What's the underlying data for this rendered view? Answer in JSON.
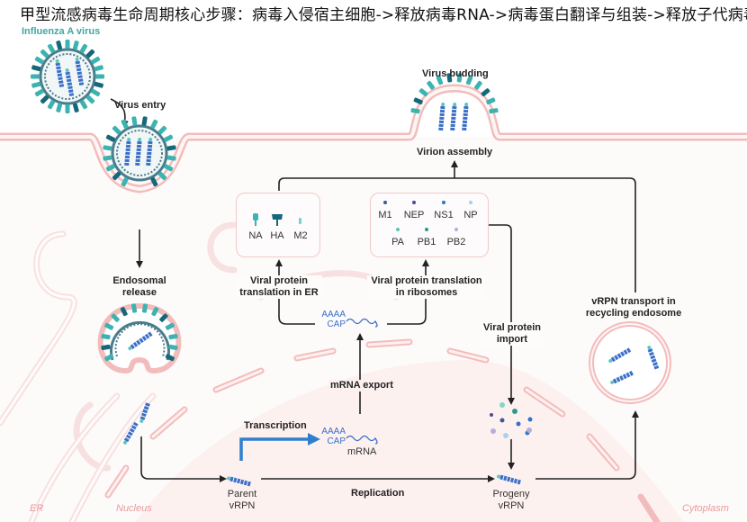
{
  "title": "甲型流感病毒生命周期核心步骤：病毒入侵宿主细胞->释放病毒RNA->病毒蛋白翻译与组装->释放子代病毒",
  "colors": {
    "membrane": "#f3c1c1",
    "cytoplasm_bg": "#fdfbfa",
    "nucleus_bg": "#fdf1f0",
    "teal": "#3bb3b0",
    "dark_teal": "#15677a",
    "rna_blue": "#3b6fc9",
    "arrow": "#222222",
    "transcription_arrow": "#2f7fd0",
    "region_label": "#e79a9a",
    "virus_label": "#3fa7a5"
  },
  "labels": {
    "influenza_a_virus": "Influenza A virus",
    "virus_entry": "Virus entry",
    "virus_budding": "Virus budding",
    "virion_assembly": "Virion assembly",
    "endosomal_release_1": "Endosomal",
    "endosomal_release_2": "release",
    "translation_er_1": "Viral protein",
    "translation_er_2": "translation in ER",
    "translation_ribo_1": "Viral protein translation",
    "translation_ribo_2": "in ribosomes",
    "protein_import_1": "Viral protein",
    "protein_import_2": "import",
    "vrpn_transport_1": "vRPN transport in",
    "vrpn_transport_2": "recycling endosome",
    "mrna_export": "mRNA export",
    "transcription": "Transcription",
    "replication": "Replication",
    "parent_vrpn_1": "Parent",
    "parent_vrpn_2": "vRPN",
    "progeny_vrpn_1": "Progeny",
    "progeny_vrpn_2": "vRPN",
    "mrna": "mRNA",
    "aaaa": "AAAA",
    "cap": "CAP"
  },
  "regions": {
    "er": "ER",
    "nucleus": "Nucleus",
    "cytoplasm": "Cytoplasm"
  },
  "membrane_proteins": [
    {
      "name": "NA",
      "icon": "na-icon",
      "color": "#3bb3b0"
    },
    {
      "name": "HA",
      "icon": "ha-icon",
      "color": "#15677a"
    },
    {
      "name": "M2",
      "icon": "m2-icon",
      "color": "#7ccfcf"
    }
  ],
  "internal_proteins_row1": [
    {
      "name": "M1",
      "color": "#3b5c8c"
    },
    {
      "name": "NEP",
      "color": "#4f4a8e"
    },
    {
      "name": "NS1",
      "color": "#2f74c8"
    },
    {
      "name": "NP",
      "color": "#a8d0f0"
    }
  ],
  "internal_proteins_row2": [
    {
      "name": "PA",
      "color": "#5cc6b8"
    },
    {
      "name": "PB1",
      "color": "#2a9990"
    },
    {
      "name": "PB2",
      "color": "#b4aee0"
    }
  ]
}
